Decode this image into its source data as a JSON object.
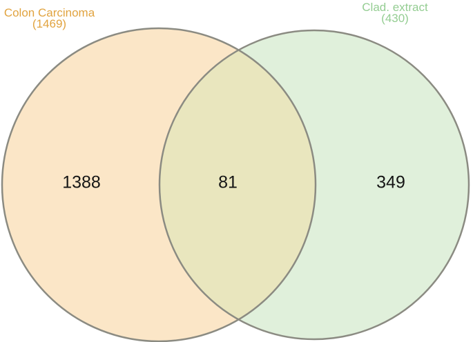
{
  "figure": {
    "type": "venn-diagram-2-sets",
    "background_color": "#FFFFFF",
    "outline_color": "#8B8B82",
    "value_text_color": "#151515",
    "left_set": {
      "label": "Colon Carcinoma",
      "total_label": "(1469)",
      "unique_count": "1388",
      "fill_color": "#FBE6C7",
      "label_color": "#E1A33F"
    },
    "right_set": {
      "label": "Clad. extract",
      "total_label": "(430)",
      "unique_count": "349",
      "fill_color": "#E0F0DB",
      "label_color": "#94CD92"
    },
    "overlap": {
      "count": "81",
      "fill_color": "#E9E6BE"
    }
  }
}
